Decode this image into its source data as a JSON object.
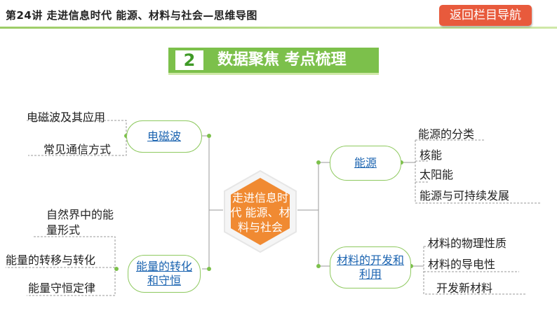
{
  "header": {
    "title": "第24讲  走进信息时代  能源、材料与社会—思维导图",
    "nav_button": "返回栏目导航"
  },
  "section": {
    "number": "2",
    "title": "数据聚焦   考点梳理"
  },
  "center": {
    "text": "走进信息时代  能源、材料与社会"
  },
  "branches": {
    "electromagnetic": {
      "label": "电磁波",
      "items": [
        "电磁波及其应用",
        "常见通信方式"
      ]
    },
    "energy_conservation": {
      "label": "能量的转化和守恒",
      "items": [
        "自然界中的能量形式",
        "能量的转移与转化",
        "能量守恒定律"
      ]
    },
    "energy_source": {
      "label": "能源",
      "items": [
        "能源的分类",
        "核能",
        "太阳能",
        "能源与可持续发展"
      ]
    },
    "materials": {
      "label": "材料的开发和利用",
      "items": [
        "材料的物理性质",
        "材料的导电性",
        "开发新材料"
      ]
    }
  },
  "colors": {
    "accent_green": "#7cc04b",
    "nav_red": "#e85a3c",
    "center_orange": "#f08a32",
    "link_blue": "#1a63b0"
  }
}
